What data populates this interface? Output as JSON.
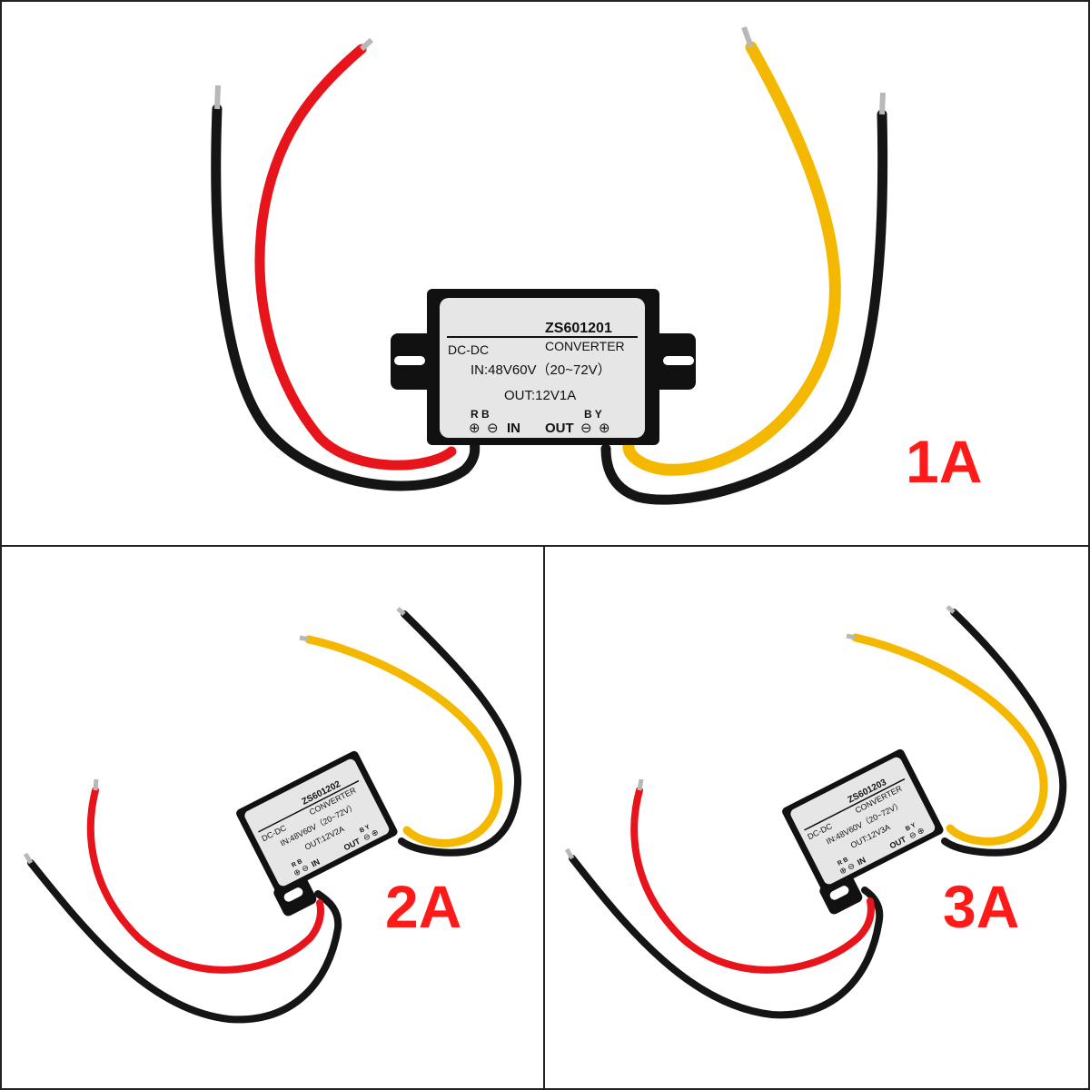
{
  "colors": {
    "wire_black": "#151515",
    "wire_red": "#e8141c",
    "wire_yellow": "#f5b800",
    "housing": "#111111",
    "label_bg": "#e6e6e6",
    "rating_text": "#ff1a1a"
  },
  "panels": [
    {
      "rating": "1A",
      "label": {
        "model": "ZS601201",
        "type_left": "DC-DC",
        "type_right": "CONVERTER",
        "input": "IN:48V60V（20~72V）",
        "output": "OUT:12V1A",
        "in_pins": "R B",
        "in_text": "IN",
        "out_text": "OUT",
        "out_pins": "B Y",
        "plus": "⊕",
        "minus": "⊖"
      }
    },
    {
      "rating": "2A",
      "label": {
        "model": "ZS601202",
        "type_left": "DC-DC",
        "type_right": "CONVERTER",
        "input": "IN:48V60V（20~72V）",
        "output": "OUT:12V2A",
        "in_pins": "R B",
        "in_text": "IN",
        "out_text": "OUT",
        "out_pins": "B Y",
        "plus": "⊕",
        "minus": "⊖"
      }
    },
    {
      "rating": "3A",
      "label": {
        "model": "ZS601203",
        "type_left": "DC-DC",
        "type_right": "CONVERTER",
        "input": "IN:48V60V（20~72V）",
        "output": "OUT:12V3A",
        "in_pins": "R B",
        "in_text": "IN",
        "out_text": "OUT",
        "out_pins": "B Y",
        "plus": "⊕",
        "minus": "⊖"
      }
    }
  ]
}
